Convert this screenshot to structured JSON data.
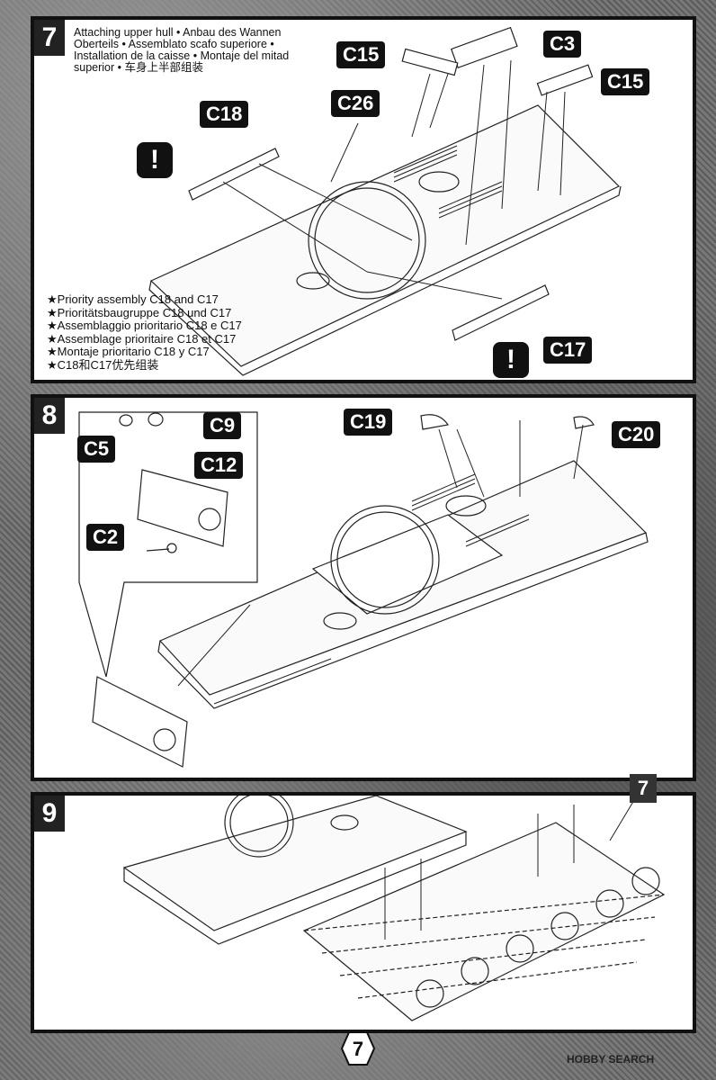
{
  "step7": {
    "number": "7",
    "title": "Attaching upper hull • Anbau des Wannen Oberteils • Assemblato scafo superiore • Installation de la caisse • Montaje del mitad superior • 车身上半部组装",
    "labels": [
      "C15",
      "C3",
      "C15",
      "C18",
      "C26",
      "C17"
    ],
    "warning_symbol": "!",
    "notes": [
      "★Priority assembly C18 and C17",
      "★Prioritätsbaugruppe C18 und C17",
      "★Assemblaggio prioritario C18 e C17",
      "★Assemblage prioritaire C18 et C17",
      "★Montaje prioritario C18 y C17",
      "★C18和C17优先组装"
    ]
  },
  "step8": {
    "number": "8",
    "labels": [
      "C19",
      "C20",
      "C9",
      "C5",
      "C12",
      "C2"
    ]
  },
  "step9": {
    "number": "9",
    "ref_step": "7"
  },
  "page_number": "7",
  "watermark": "HOBBY SEARCH"
}
